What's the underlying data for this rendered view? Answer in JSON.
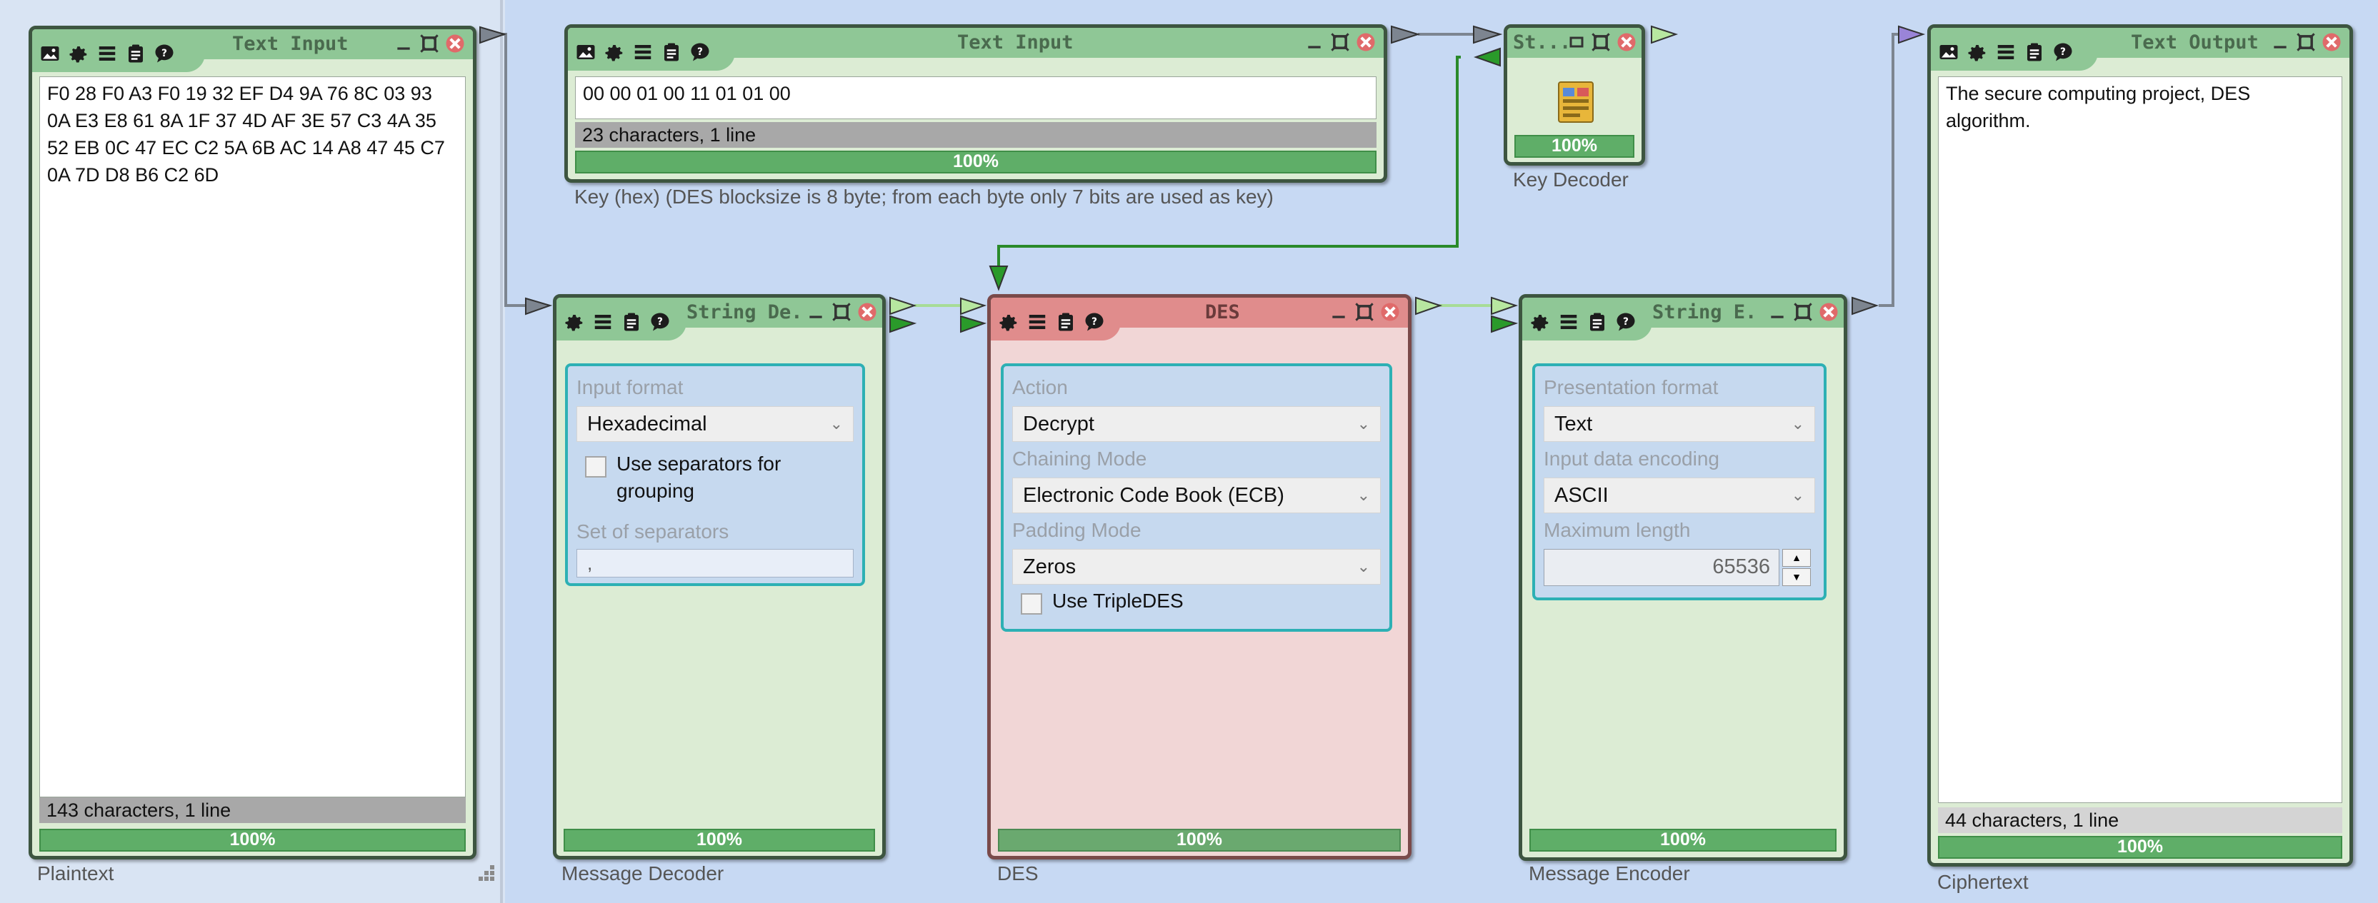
{
  "captions": {
    "plaintext": "Plaintext",
    "key_input": "Key (hex) (DES blocksize is 8 byte; from each byte only 7 bits are used as key)",
    "key_decoder": "Key Decoder",
    "ciphertext": "Ciphertext",
    "message_decoder": "Message Decoder",
    "des": "DES",
    "message_encoder": "Message Encoder"
  },
  "text_input_1": {
    "title": "Text Input",
    "content": "F0 28 F0 A3 F0 19 32 EF D4 9A 76 8C 03 93 0A E3 E8 61 8A 1F 37 4D AF 3E 57 C3 4A 35 52 EB 0C 47 EC C2 5A 6B AC 14 A8 47 45 C7 0A 7D D8 B6 C2 6D",
    "status": "143 characters,  1 line",
    "progress": "100%"
  },
  "text_input_2": {
    "title": "Text Input",
    "content": "00 00 01 00 11 01 01 00",
    "status": "23 characters,  1 line",
    "progress": "100%"
  },
  "key_decoder": {
    "title": "St...",
    "progress": "100%",
    "icon": "key-decoder-icon"
  },
  "text_output": {
    "title": "Text Output",
    "content": "The secure computing project, DES algorithm.",
    "status": "44 characters,  1 line",
    "progress": "100%"
  },
  "string_decoder": {
    "title": "String De...",
    "input_format_label": "Input format",
    "input_format_value": "Hexadecimal",
    "use_separators_label": "Use separators for grouping",
    "set_of_separators_label": "Set of separators",
    "set_of_separators_value": ",",
    "progress": "100%"
  },
  "des": {
    "title": "DES",
    "action_label": "Action",
    "action_value": "Decrypt",
    "chaining_label": "Chaining Mode",
    "chaining_value": "Electronic Code Book (ECB)",
    "padding_label": "Padding Mode",
    "padding_value": "Zeros",
    "triple_label": "Use TripleDES",
    "progress": "100%"
  },
  "string_encoder": {
    "title": "String E...",
    "presentation_label": "Presentation format",
    "presentation_value": "Text",
    "encoding_label": "Input data encoding",
    "encoding_value": "ASCII",
    "maxlen_label": "Maximum length",
    "maxlen_value": "65536",
    "progress": "100%"
  },
  "colors": {
    "component_border": "#3d5540",
    "component_green": "#dcecd4",
    "header_green": "#8fc796",
    "des_red": "#f1d6d6",
    "header_red": "#e08c8c",
    "panel_teal": "#2db0b4",
    "progress_green": "#5fae68",
    "workspace_blue": "#c7d9f3"
  }
}
